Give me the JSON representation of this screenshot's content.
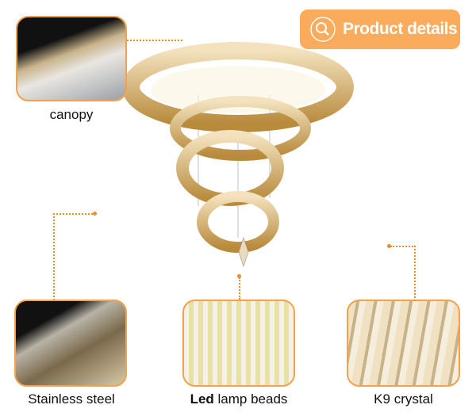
{
  "header": {
    "button_label": "Product details",
    "icon": "magnifier-icon"
  },
  "details": [
    {
      "label": "canopy"
    },
    {
      "label": "Stainless steel"
    },
    {
      "label_bold": "Led",
      "label_rest": " lamp beads"
    },
    {
      "label": "K9 crystal"
    }
  ],
  "colors": {
    "accent": "#fbab5c",
    "line": "#f08a2a",
    "gold": "#d9b26a"
  }
}
